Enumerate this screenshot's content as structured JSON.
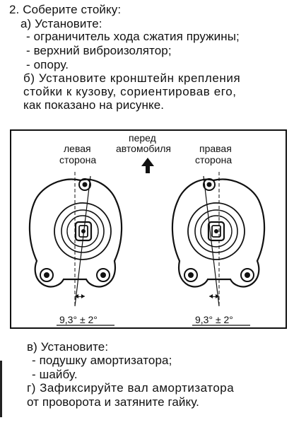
{
  "instructions": {
    "step_title": "2. Соберите стойку:",
    "a_title": "а) Установите:",
    "a_items": [
      "- ограничитель хода сжатия пружины;",
      "- верхний виброизолятор;",
      "- опору."
    ],
    "b_line1": "б) Установите кронштейн крепления",
    "b_line2": "стойки к кузову, сориентировав его,",
    "b_line3": "как показано на рисунке.",
    "c_title": "в) Установите:",
    "c_items": [
      "- подушку амортизатора;",
      "- шайбу."
    ],
    "d_line1": "г) Зафиксируйте вал амортизатора",
    "d_line2": "от проворота и затяните гайку."
  },
  "figure": {
    "front_label_line1": "перед",
    "front_label_line2": "автомобиля",
    "left_label_line1": "левая",
    "left_label_line2": "сторона",
    "right_label_line1": "правая",
    "right_label_line2": "сторона",
    "left_angle": "9,3° ± 2°",
    "right_angle": "9,3° ± 2°",
    "arrow_icon": "up-arrow-icon"
  }
}
